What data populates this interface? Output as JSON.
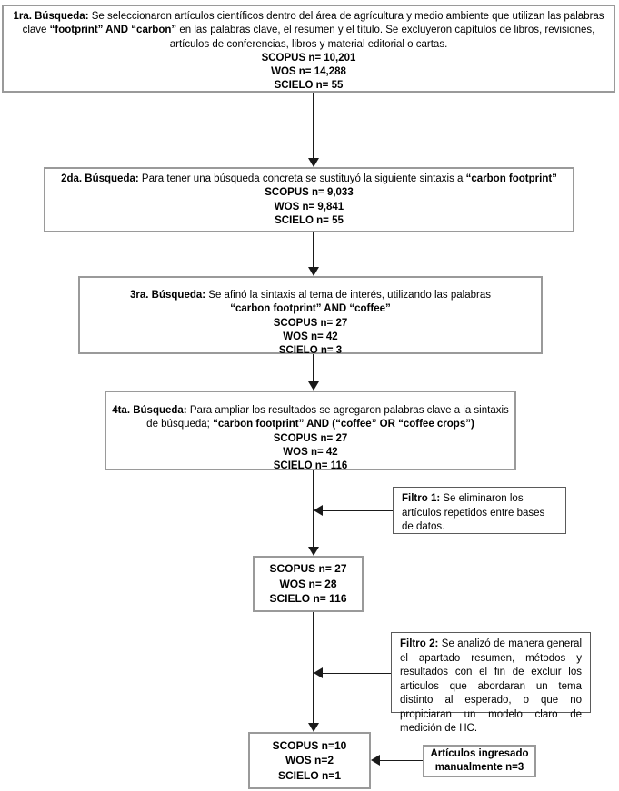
{
  "colors": {
    "background": "#ffffff",
    "text": "#000000",
    "box_border": "#9a9a9a",
    "filter_border": "#5a5a5a",
    "arrow": "#1a1a1a"
  },
  "flow": {
    "search1": {
      "title": "1ra. Búsqueda:",
      "body_pre": " Se seleccionaron artículos científicos dentro del área de agrícultura y medio ambiente que utilizan las palabras clave ",
      "keywords": "“footprint” AND “carbon”",
      "body_post": " en las palabras clave, el resumen y el título. Se excluyeron capítulos de libros, revisiones, artículos de conferencias, libros y material editorial o cartas.",
      "counts": [
        "SCOPUS n= 10,201",
        "WOS n= 14,288",
        "SCIELO n= 55"
      ]
    },
    "search2": {
      "title": "2da. Búsqueda:",
      "body_pre": " Para tener una búsqueda concreta se sustituyó la siguiente sintaxis a ",
      "keywords": "“carbon footprint”",
      "counts": [
        "SCOPUS n= 9,033",
        "WOS n= 9,841",
        "SCIELO n= 55"
      ]
    },
    "search3": {
      "title": "3ra. Búsqueda:",
      "body": " Se afinó la sintaxis al tema de interés, utilizando las palabras",
      "keywords": "“carbon footprint” AND “coffee”",
      "counts": [
        "SCOPUS n= 27",
        "WOS n= 42",
        "SCIELO n= 3"
      ]
    },
    "search4": {
      "title": "4ta. Búsqueda:",
      "body_pre": " Para ampliar los resultados se agregaron palabras clave a la sintaxis de búsqueda; ",
      "keywords": "“carbon footprint” AND (“coffee” OR “coffee crops”)",
      "counts": [
        "SCOPUS n= 27",
        "WOS n= 42",
        "SCIELO n= 116"
      ]
    },
    "filter1": {
      "title": "Filtro 1:",
      "body": " Se eliminaron los artículos repetidos entre bases de datos."
    },
    "dedup_result": {
      "counts": [
        "SCOPUS n= 27",
        "WOS n= 28",
        "SCIELO n= 116"
      ]
    },
    "filter2": {
      "title": "Filtro 2:",
      "body": " Se analizó de manera general el apartado resumen, métodos y resultados con el fin de excluir los articulos que abordaran un tema distinto al esperado, o que no propiciaran un modelo claro de medición de HC."
    },
    "final_result": {
      "counts": [
        "SCOPUS n=10",
        "WOS n=2",
        "SCIELO n=1"
      ]
    },
    "manual_entry": {
      "text": "Artículos ingresado manualmente n=3"
    }
  }
}
